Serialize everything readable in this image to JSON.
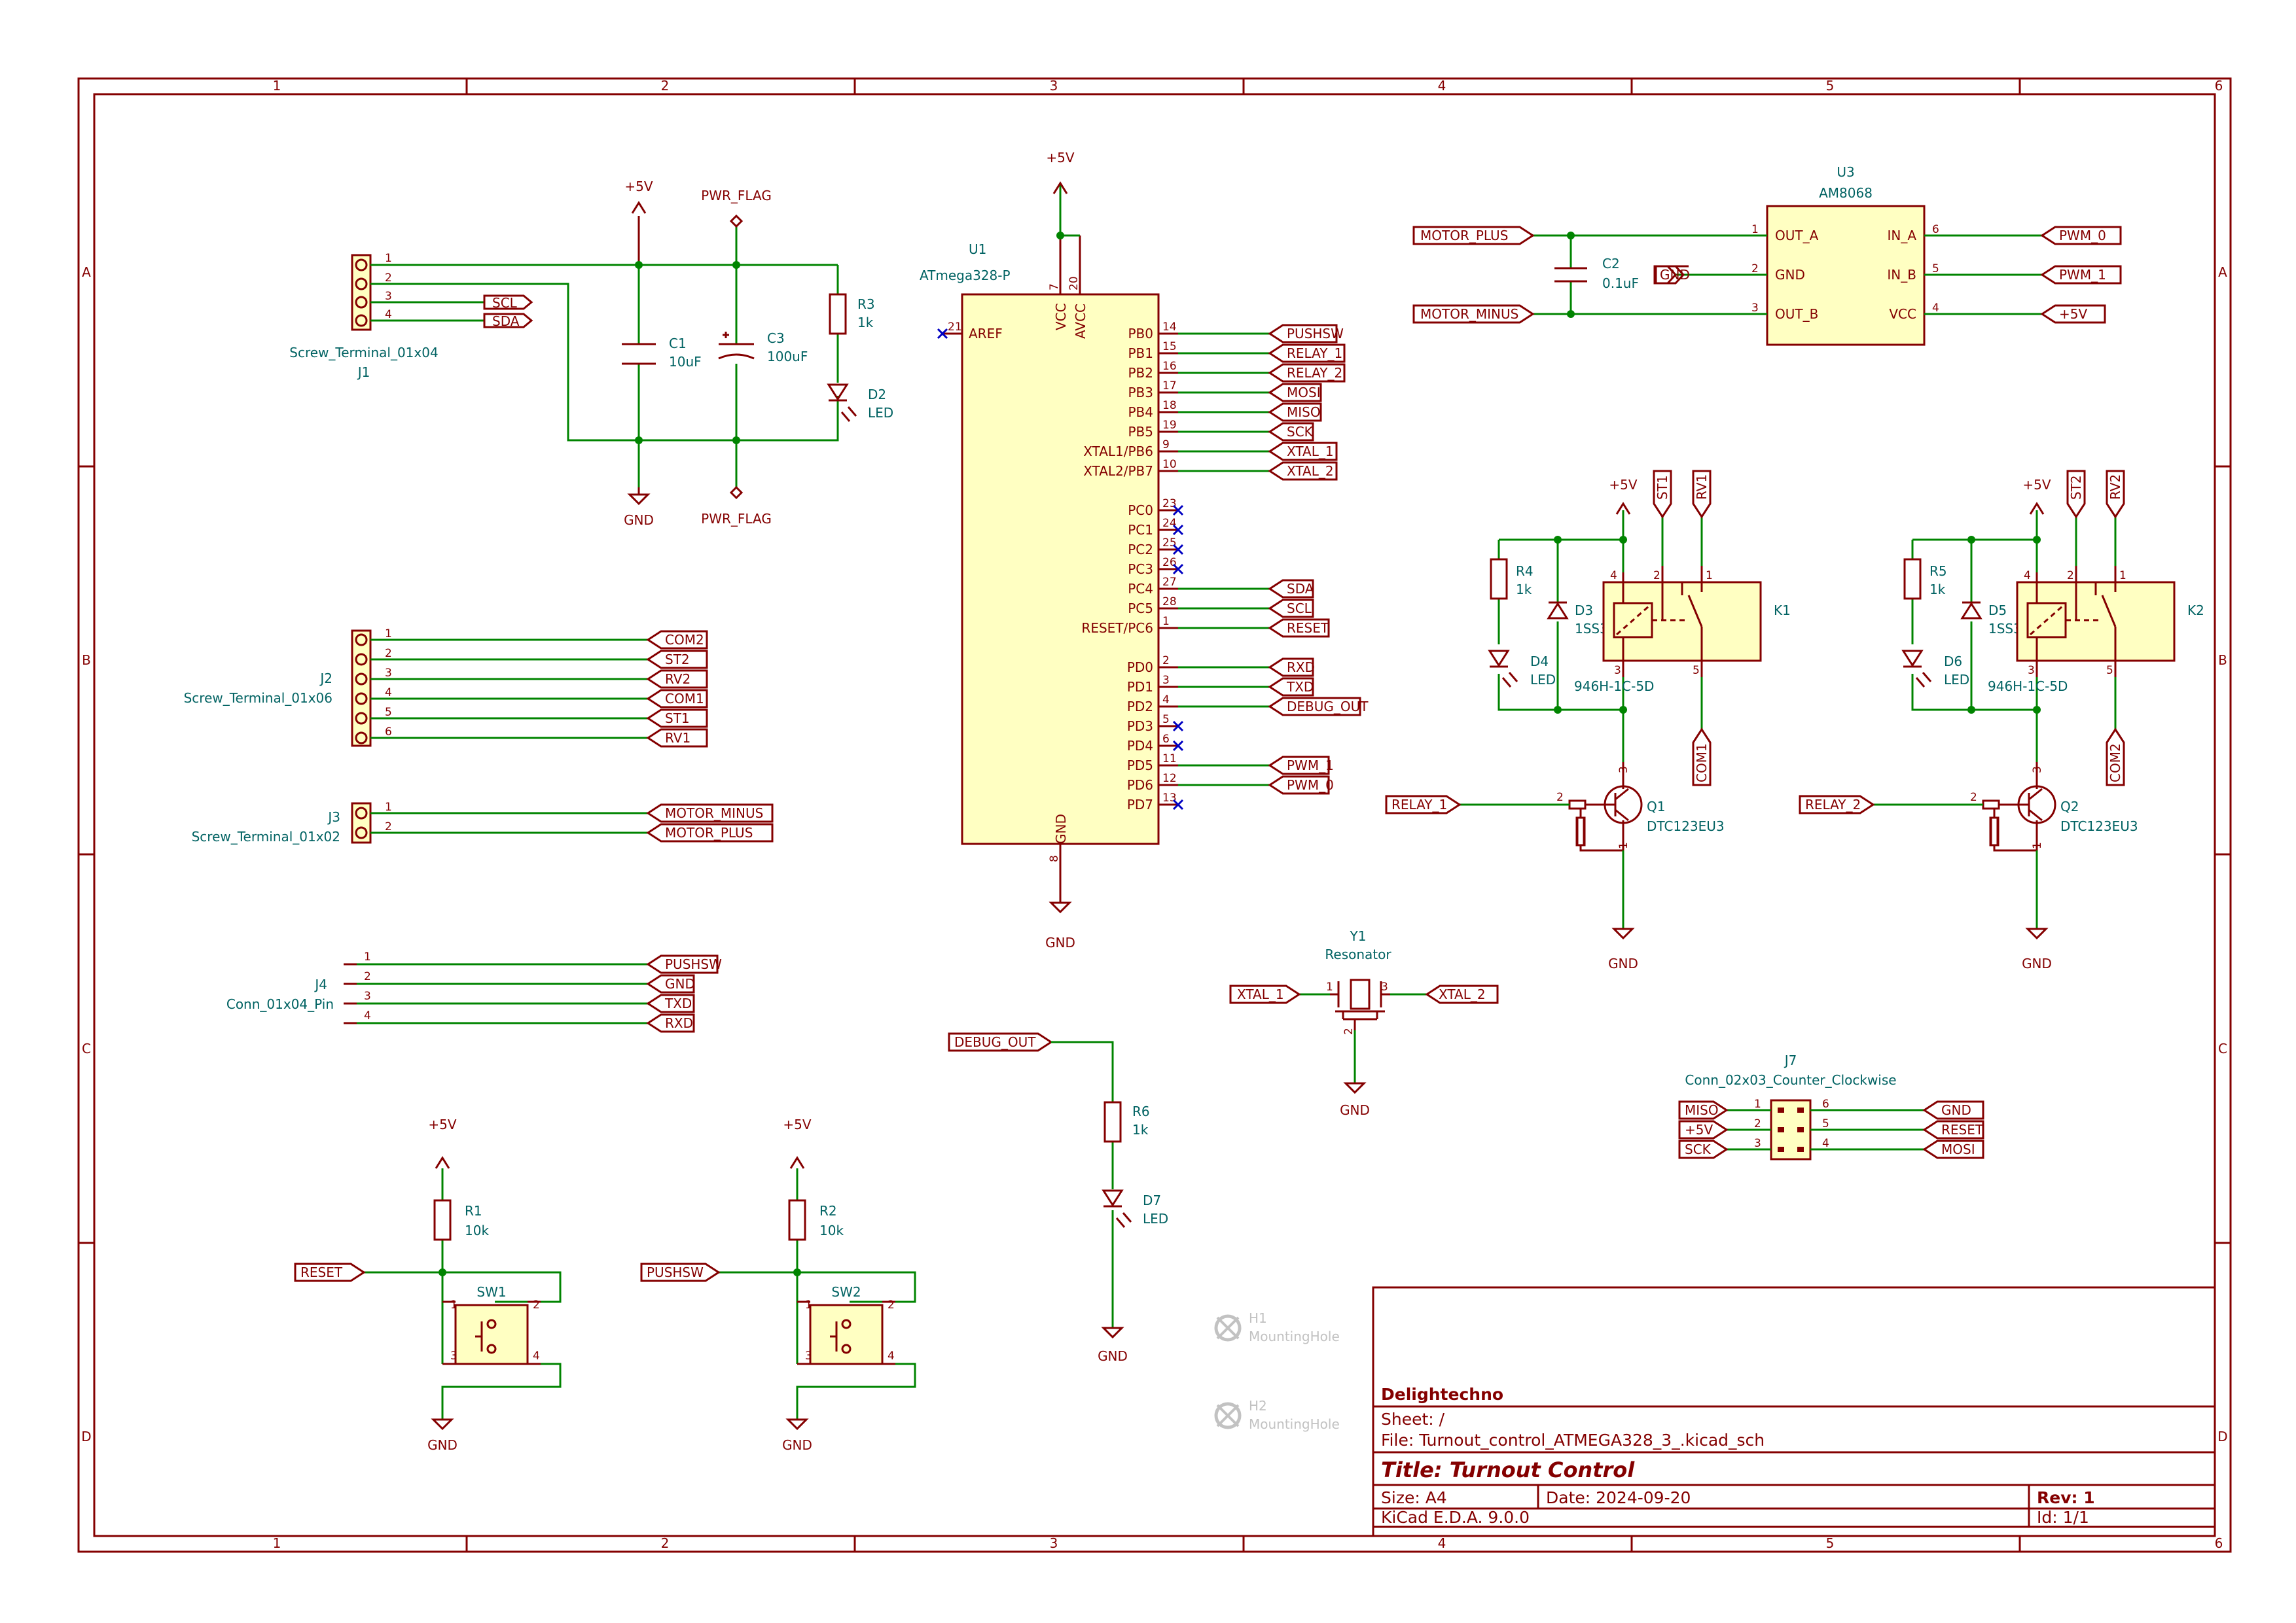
{
  "sheet": {
    "columns": [
      "1",
      "2",
      "3",
      "4",
      "5",
      "6"
    ],
    "rows": [
      "A",
      "B",
      "C",
      "D"
    ]
  },
  "title_block": {
    "company": "Delightechno",
    "sheet": "Sheet: /",
    "file": "File: Turnout_control_ATMEGA328_3_.kicad_sch",
    "title": "Title: Turnout Control",
    "size": "Size: A4",
    "date": "Date: 2024-09-20",
    "rev": "Rev: 1",
    "tool": "KiCad E.D.A. 9.0.0",
    "id": "Id: 1/1"
  },
  "power": {
    "vcc": "+5V",
    "gnd": "GND",
    "pwr_flag": "PWR_FLAG"
  },
  "components": {
    "j1": {
      "ref": "J1",
      "value": "Screw_Terminal_01x04",
      "pins": [
        "1",
        "2",
        "3",
        "4"
      ],
      "labels": [
        "SCL",
        "SDA"
      ]
    },
    "c1": {
      "ref": "C1",
      "value": "10uF"
    },
    "c3": {
      "ref": "C3",
      "value": "100uF"
    },
    "r3": {
      "ref": "R3",
      "value": "1k"
    },
    "d2": {
      "ref": "D2",
      "value": "LED"
    },
    "u1": {
      "ref": "U1",
      "value": "ATmega328-P",
      "left_pin": {
        "name": "AREF",
        "num": "21"
      },
      "top_pins": [
        {
          "name": "VCC",
          "num": "7"
        },
        {
          "name": "AVCC",
          "num": "20"
        }
      ],
      "bottom_pin": {
        "name": "GND",
        "num": "8"
      },
      "right_pins": [
        {
          "name": "PB0",
          "num": "14",
          "net": "PUSHSW"
        },
        {
          "name": "PB1",
          "num": "15",
          "net": "RELAY_1"
        },
        {
          "name": "PB2",
          "num": "16",
          "net": "RELAY_2"
        },
        {
          "name": "PB3",
          "num": "17",
          "net": "MOSI"
        },
        {
          "name": "PB4",
          "num": "18",
          "net": "MISO"
        },
        {
          "name": "PB5",
          "num": "19",
          "net": "SCK"
        },
        {
          "name": "XTAL1/PB6",
          "num": "9",
          "net": "XTAL_1"
        },
        {
          "name": "XTAL2/PB7",
          "num": "10",
          "net": "XTAL_2"
        },
        {
          "name": "PC0",
          "num": "23",
          "net": ""
        },
        {
          "name": "PC1",
          "num": "24",
          "net": ""
        },
        {
          "name": "PC2",
          "num": "25",
          "net": ""
        },
        {
          "name": "PC3",
          "num": "26",
          "net": ""
        },
        {
          "name": "PC4",
          "num": "27",
          "net": "SDA"
        },
        {
          "name": "PC5",
          "num": "28",
          "net": "SCL"
        },
        {
          "name": "RESET/PC6",
          "num": "1",
          "net": "RESET"
        },
        {
          "name": "PD0",
          "num": "2",
          "net": "RXD"
        },
        {
          "name": "PD1",
          "num": "3",
          "net": "TXD"
        },
        {
          "name": "PD2",
          "num": "4",
          "net": "DEBUG_OUT"
        },
        {
          "name": "PD3",
          "num": "5",
          "net": ""
        },
        {
          "name": "PD4",
          "num": "6",
          "net": ""
        },
        {
          "name": "PD5",
          "num": "11",
          "net": "PWM_1"
        },
        {
          "name": "PD6",
          "num": "12",
          "net": "PWM_0"
        },
        {
          "name": "PD7",
          "num": "13",
          "net": ""
        }
      ]
    },
    "u3": {
      "ref": "U3",
      "value": "AM8068",
      "left_pins": [
        {
          "name": "OUT_A",
          "num": "1"
        },
        {
          "name": "GND",
          "num": "2"
        },
        {
          "name": "OUT_B",
          "num": "3"
        }
      ],
      "right_pins": [
        {
          "name": "IN_A",
          "num": "6"
        },
        {
          "name": "IN_B",
          "num": "5"
        },
        {
          "name": "VCC",
          "num": "4"
        }
      ],
      "left_labels": [
        "MOTOR_PLUS",
        "GND",
        "MOTOR_MINUS"
      ],
      "right_labels": [
        "PWM_0",
        "PWM_1",
        "+5V"
      ]
    },
    "c2": {
      "ref": "C2",
      "value": "0.1uF"
    },
    "j2": {
      "ref": "J2",
      "value": "Screw_Terminal_01x06",
      "pins": [
        "1",
        "2",
        "3",
        "4",
        "5",
        "6"
      ],
      "labels": [
        "COM2",
        "ST2",
        "RV2",
        "COM1",
        "ST1",
        "RV1"
      ]
    },
    "j3": {
      "ref": "J3",
      "value": "Screw_Terminal_01x02",
      "pins": [
        "1",
        "2"
      ],
      "labels": [
        "MOTOR_MINUS",
        "MOTOR_PLUS"
      ]
    },
    "j4": {
      "ref": "J4",
      "value": "Conn_01x04_Pin",
      "pins": [
        "1",
        "2",
        "3",
        "4"
      ],
      "labels": [
        "PUSHSW",
        "GND",
        "TXD",
        "RXD"
      ]
    },
    "relay1": {
      "r": {
        "ref": "R4",
        "value": "1k"
      },
      "d": {
        "ref": "D3",
        "value": "1SS355VM"
      },
      "led": {
        "ref": "D4",
        "value": "LED"
      },
      "k": {
        "ref": "K1",
        "value": "946H-1C-5D"
      },
      "q": {
        "ref": "Q1",
        "value": "DTC123EU3"
      },
      "labels": [
        "ST1",
        "RV1",
        "COM1",
        "RELAY_1"
      ],
      "pins": [
        "4",
        "2",
        "1",
        "3",
        "5",
        "1",
        "2",
        "3"
      ]
    },
    "relay2": {
      "r": {
        "ref": "R5",
        "value": "1k"
      },
      "d": {
        "ref": "D5",
        "value": "1SS355VM"
      },
      "led": {
        "ref": "D6",
        "value": "LED"
      },
      "k": {
        "ref": "K2",
        "value": "946H-1C-5D"
      },
      "q": {
        "ref": "Q2",
        "value": "DTC123EU3"
      },
      "labels": [
        "ST2",
        "RV2",
        "COM2",
        "RELAY_2"
      ],
      "pins": [
        "4",
        "2",
        "1",
        "3",
        "5",
        "1",
        "2",
        "3"
      ]
    },
    "y1": {
      "ref": "Y1",
      "value": "Resonator",
      "labels": [
        "XTAL_1",
        "XTAL_2"
      ],
      "pins": [
        "1",
        "3",
        "2"
      ]
    },
    "r6": {
      "ref": "R6",
      "value": "1k"
    },
    "d7": {
      "ref": "D7",
      "value": "LED"
    },
    "debug_label": "DEBUG_OUT",
    "j7": {
      "ref": "J7",
      "value": "Conn_02x03_Counter_Clockwise",
      "left_labels": [
        "MISO",
        "+5V",
        "SCK"
      ],
      "left_pins": [
        "1",
        "2",
        "3"
      ],
      "right_labels": [
        "GND",
        "RESET",
        "MOSI"
      ],
      "right_pins": [
        "6",
        "5",
        "4"
      ]
    },
    "r1": {
      "ref": "R1",
      "value": "10k"
    },
    "r2": {
      "ref": "R2",
      "value": "10k"
    },
    "sw1": {
      "ref": "SW1",
      "label": "RESET",
      "pins": [
        "1",
        "2",
        "3",
        "4"
      ]
    },
    "sw2": {
      "ref": "SW2",
      "label": "PUSHSW",
      "pins": [
        "1",
        "2",
        "3",
        "4"
      ]
    },
    "h1": {
      "ref": "H1",
      "value": "MountingHole"
    },
    "h2": {
      "ref": "H2",
      "value": "MountingHole"
    }
  },
  "colors": {
    "symbol": "#840000",
    "wire": "#008400",
    "text": "#006262",
    "fill": "#ffffc2",
    "noconnect": "#0000c2"
  }
}
